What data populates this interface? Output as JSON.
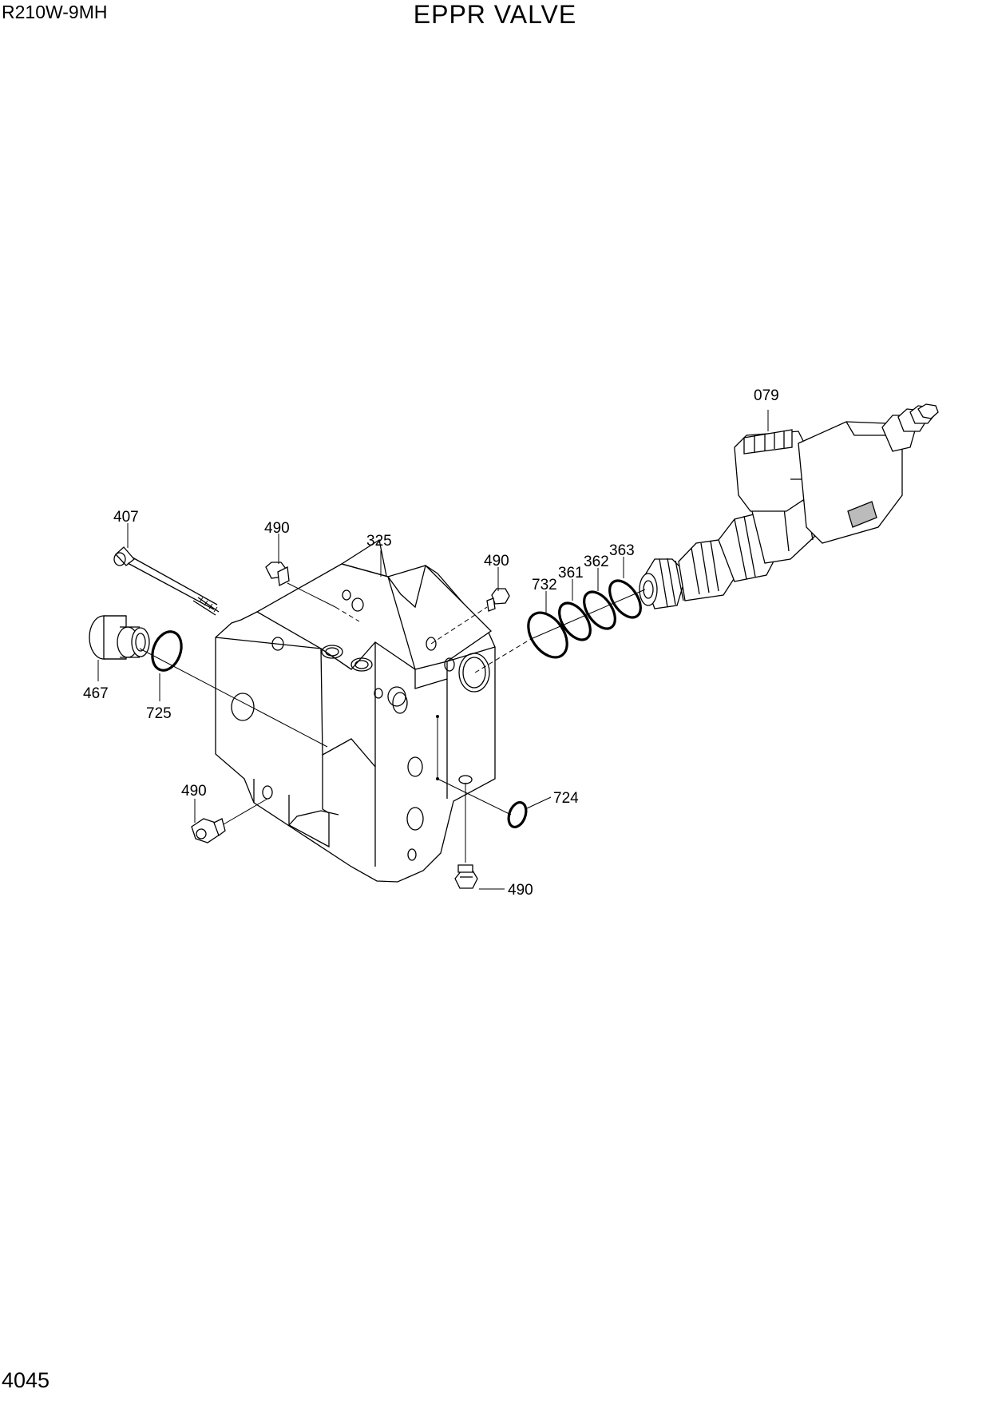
{
  "header": {
    "model": "R210W-9MH",
    "title": "EPPR VALVE"
  },
  "footer": {
    "page_number": "4045"
  },
  "callouts": {
    "c079": "079",
    "c407": "407",
    "c490_top": "490",
    "c325": "325",
    "c490_right": "490",
    "c732": "732",
    "c361": "361",
    "c362": "362",
    "c363": "363",
    "c467": "467",
    "c725": "725",
    "c490_left": "490",
    "c724": "724",
    "c490_bottom": "490"
  }
}
